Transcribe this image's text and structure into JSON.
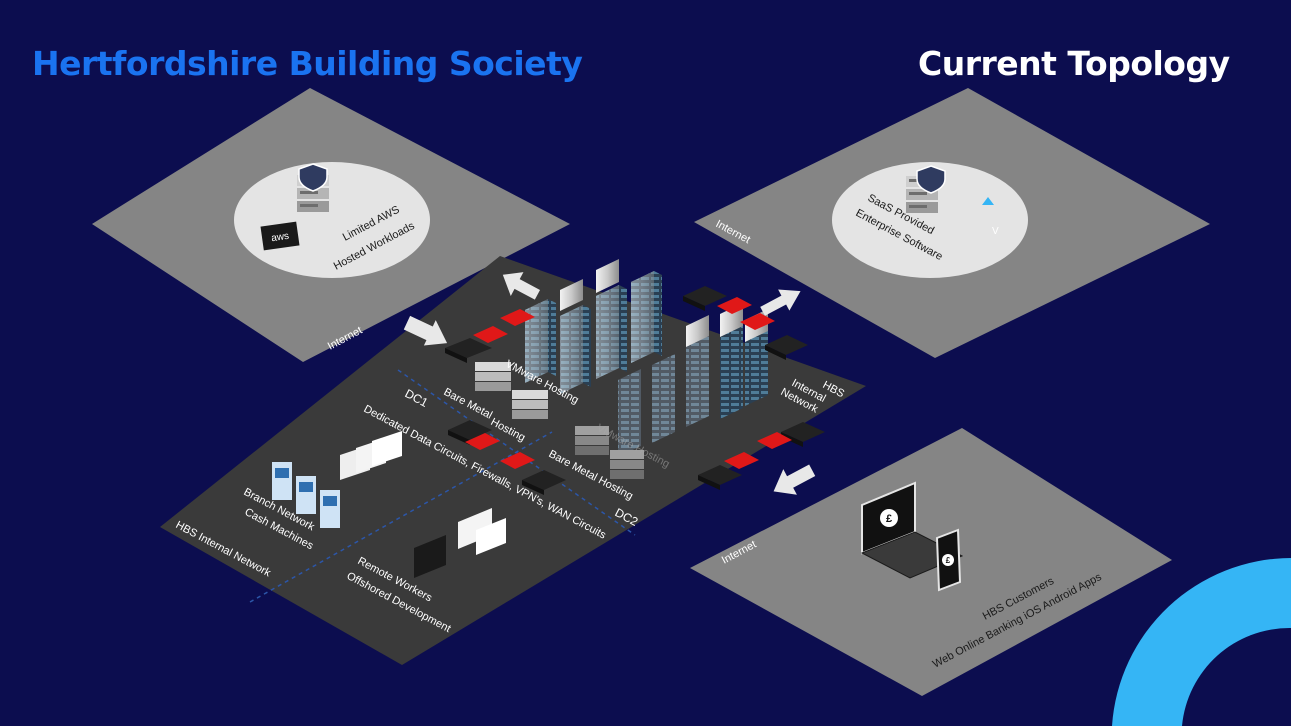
{
  "header": {
    "title": "Hertfordshire Building Society",
    "subtitle": "Current Topology"
  },
  "colors": {
    "background": "#0c0d4f",
    "title_accent": "#1a73f0",
    "internet_plane": "#858585",
    "internal_plane": "#3a3a3a",
    "firewall": "#e01818",
    "corner_arc": "#35b5f5"
  },
  "zones": {
    "aws": {
      "plane_label": "Internet",
      "line1": "Limited AWS",
      "line2": "Hosted Workloads",
      "logo": "aws"
    },
    "saas": {
      "plane_label": "Internet",
      "line1": "SaaS Provided",
      "line2": "Enterprise Software"
    },
    "customers": {
      "plane_label": "Internet",
      "line1": "HBS Customers",
      "line2": "Web Online Banking iOS Android  Apps"
    },
    "internal": {
      "network_label": "HBS Internal Network",
      "network_label_right_1": "HBS",
      "network_label_right_2": "Internal",
      "network_label_right_3": "Network",
      "dc1": "DC1",
      "dc2": "DC2",
      "vmware_dc1": "VMware Hosting",
      "vmware_dc2": "VMware Hosting",
      "baremetal_dc1_1": "Bare Metal",
      "baremetal_dc1_2": "Hosting",
      "baremetal_dc2": "Bare Metal Hosting",
      "circuits": "Dedicated Data Circuits, Firewalls, VPN's, WAN Circuits",
      "branch_1": "Branch Network",
      "branch_2": "Cash Machines",
      "remote_1": "Remote Workers",
      "remote_2": "Offshored Development"
    }
  },
  "icons": {
    "laptop_symbol": "£",
    "phone_symbol": "£"
  }
}
